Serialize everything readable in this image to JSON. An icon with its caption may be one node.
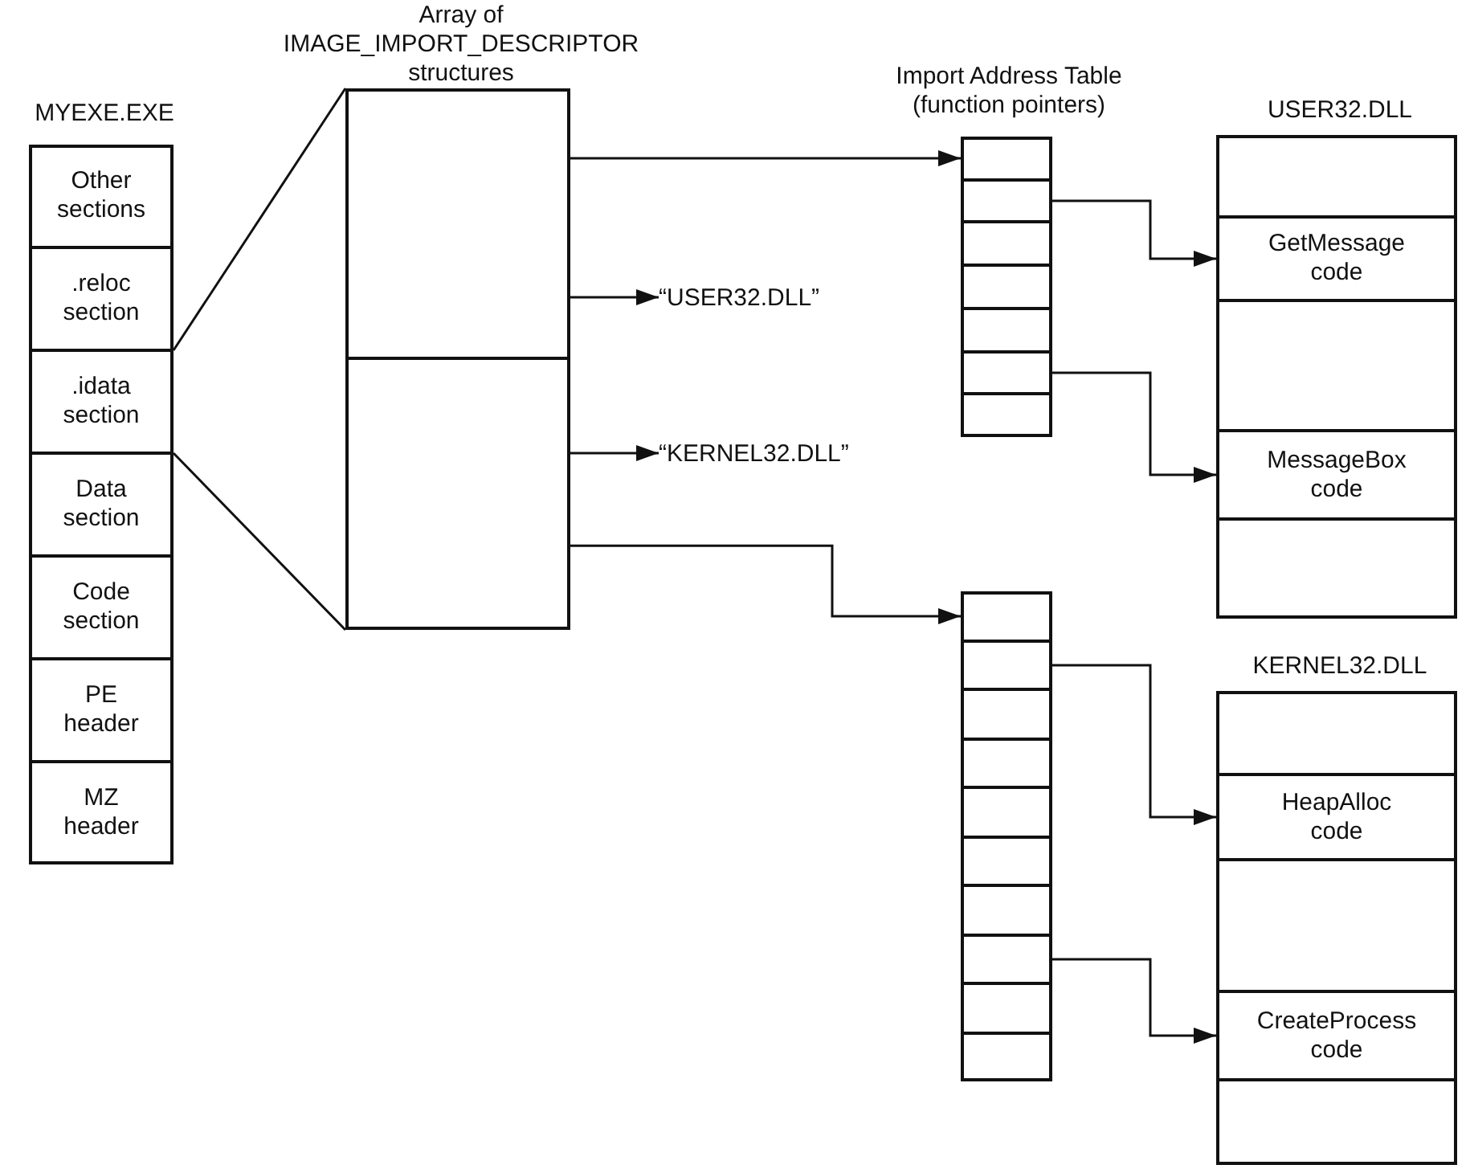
{
  "diagram": {
    "nodes": [
      {
        "text": [
          "MYEXE.EXE"
        ]
      },
      {
        "text": [
          "Other sections"
        ],
        "in": 0
      },
      {
        "text": [
          ".reloc section"
        ],
        "in": 0
      },
      {
        "text": [
          ".idata section"
        ],
        "in": 0
      },
      {
        "text": [
          "Data section"
        ],
        "in": 0
      },
      {
        "text": [
          "Code section"
        ],
        "in": 0
      },
      {
        "text": [
          "PE header"
        ],
        "in": 0
      },
      {
        "text": [
          "MZ header"
        ],
        "in": 0
      },
      {
        "text": [
          "Array of IMAGE_IMPORT_DESCRIPTOR structures"
        ]
      },
      {
        "text": [],
        "shape": "box",
        "in": 8
      },
      {
        "text": [],
        "shape": "box",
        "in": 8
      },
      {
        "text": [
          "“USER32.DLL”"
        ]
      },
      {
        "text": [
          "“KERNEL32.DLL”"
        ]
      },
      {
        "text": [
          "Import Address Table (function pointers)"
        ]
      },
      {
        "text": [],
        "shape": "box",
        "in": 13
      },
      {
        "text": [],
        "shape": "box",
        "in": 13
      },
      {
        "text": [],
        "shape": "box",
        "in": 13
      },
      {
        "text": [],
        "shape": "box",
        "in": 13
      },
      {
        "text": [],
        "shape": "box",
        "in": 13
      },
      {
        "text": [],
        "shape": "box",
        "in": 13
      },
      {
        "text": [],
        "shape": "box",
        "in": 13
      },
      {
        "text": [],
        "shape": "box"
      },
      {
        "text": [],
        "shape": "box",
        "in": 21
      },
      {
        "text": [],
        "shape": "box",
        "in": 21
      },
      {
        "text": [],
        "shape": "box",
        "in": 21
      },
      {
        "text": [],
        "shape": "box",
        "in": 21
      },
      {
        "text": [],
        "shape": "box",
        "in": 21
      },
      {
        "text": [],
        "shape": "box",
        "in": 21
      },
      {
        "text": [],
        "shape": "box",
        "in": 21
      },
      {
        "text": [],
        "shape": "box",
        "in": 21
      },
      {
        "text": [],
        "shape": "box",
        "in": 21
      },
      {
        "text": [],
        "shape": "box",
        "in": 21
      },
      {
        "text": [
          "USER32.DLL"
        ]
      },
      {
        "text": [],
        "shape": "box",
        "in": 32
      },
      {
        "text": [
          "GetMessage code"
        ],
        "in": 32
      },
      {
        "text": [],
        "shape": "box",
        "in": 32
      },
      {
        "text": [
          "MessageBox code"
        ],
        "in": 32
      },
      {
        "text": [],
        "shape": "box",
        "in": 32
      },
      {
        "text": [
          "KERNEL32.DLL"
        ]
      },
      {
        "text": [],
        "shape": "box",
        "in": 38
      },
      {
        "text": [
          "HeapAlloc code"
        ],
        "in": 38
      },
      {
        "text": [],
        "shape": "box",
        "in": 38
      },
      {
        "text": [
          "CreateProcess code"
        ],
        "in": 38
      },
      {
        "text": [],
        "shape": "box",
        "in": 38
      }
    ],
    "edges": [
      {
        "from": 3,
        "to": 8,
        "arrow": "none"
      },
      {
        "from": 3,
        "to": 8,
        "arrow": "none"
      },
      {
        "from": 9,
        "to": 14,
        "arrow": "to"
      },
      {
        "from": 9,
        "to": 11,
        "arrow": "to"
      },
      {
        "from": 10,
        "to": 12,
        "arrow": "to"
      },
      {
        "from": 10,
        "to": 22,
        "arrow": "to"
      },
      {
        "from": 15,
        "to": 34,
        "arrow": "to"
      },
      {
        "from": 19,
        "to": 36,
        "arrow": "to"
      },
      {
        "from": 23,
        "to": 40,
        "arrow": "to"
      },
      {
        "from": 29,
        "to": 42,
        "arrow": "to"
      }
    ]
  }
}
